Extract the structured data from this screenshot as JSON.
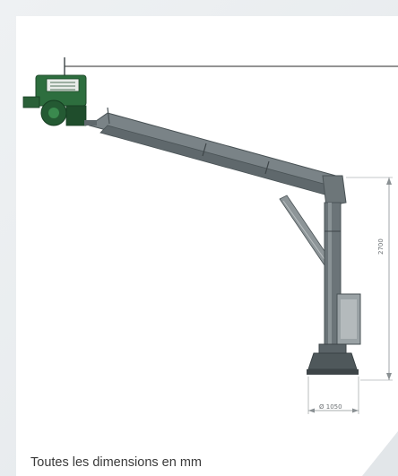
{
  "caption": "Toutes les dimensions en mm",
  "dimensions": {
    "height_label": "2700",
    "base_diameter_label": "Ø 1050"
  },
  "colors": {
    "steel": "#6b7478",
    "steel_dark": "#4a5356",
    "motor_green": "#2d6e3e",
    "dimension_line": "#8a9093"
  }
}
